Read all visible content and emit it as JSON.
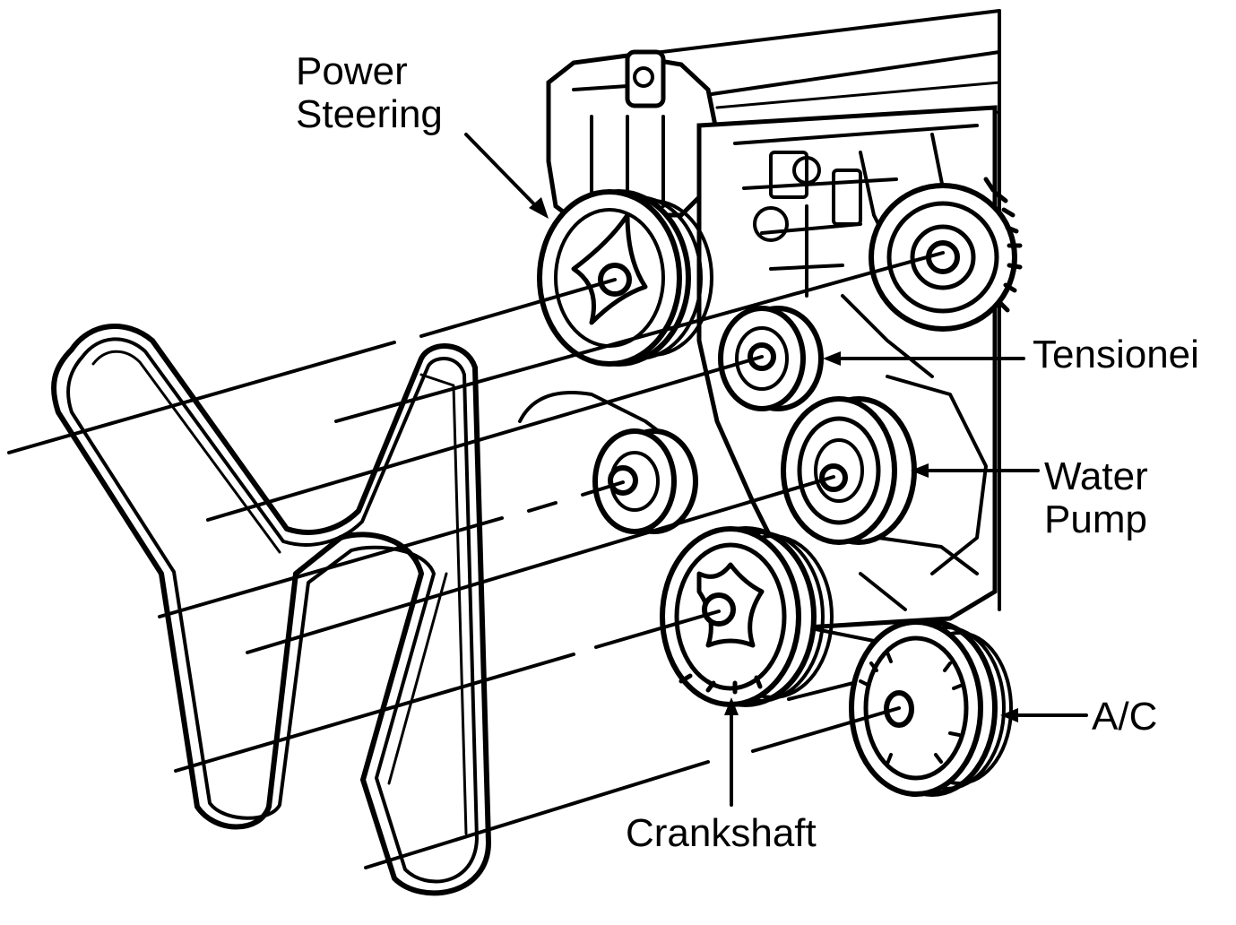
{
  "labels": {
    "power_steering": [
      "Power",
      "Steering"
    ],
    "tensioner": "Tensionei",
    "water_pump": [
      "Water",
      "Pump"
    ],
    "crankshaft": "Crankshaft",
    "ac": "A/C"
  },
  "colors": {
    "ink": "#000000",
    "paper": "#ffffff"
  }
}
